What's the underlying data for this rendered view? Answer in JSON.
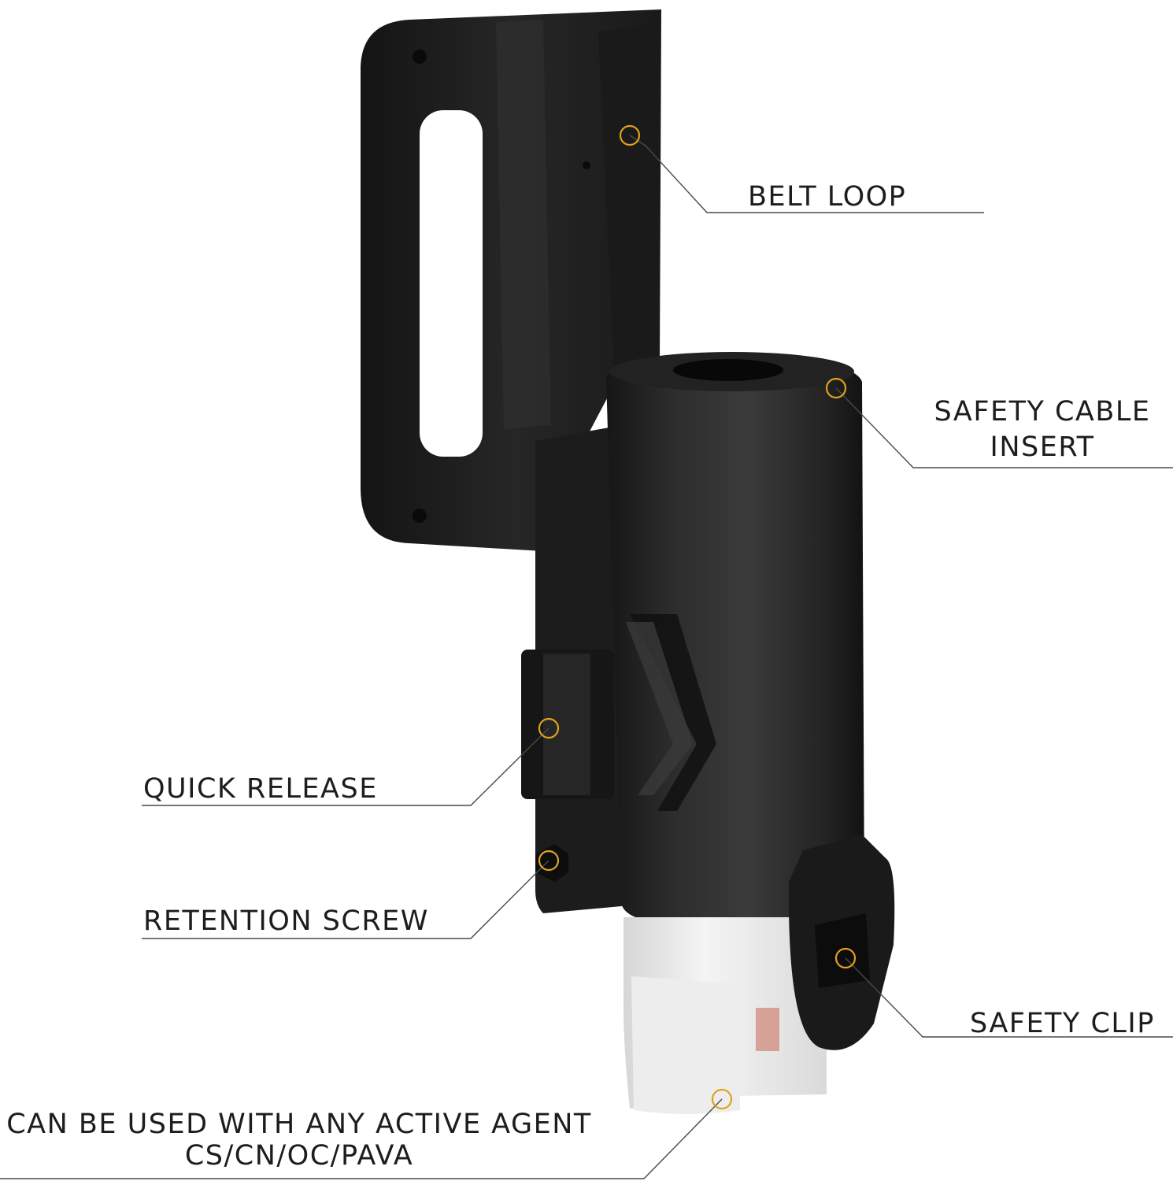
{
  "callouts": {
    "belt_loop": "BELT LOOP",
    "safety_cable_line1": "SAFETY CABLE",
    "safety_cable_line2": "INSERT",
    "quick_release": "QUICK RELEASE",
    "retention_screw": "RETENTION SCREW",
    "safety_clip": "SAFETY CLIP",
    "agent_line1": "CAN BE USED WITH ANY ACTIVE AGENT",
    "agent_line2": "CS/CN/OC/PAVA"
  },
  "colors": {
    "holster": "#1e1e1e",
    "holster_highlight": "#3a3a3a",
    "canister": "#ececec",
    "marker": "#e0a21c",
    "leader_line": "#4a4a4a"
  }
}
